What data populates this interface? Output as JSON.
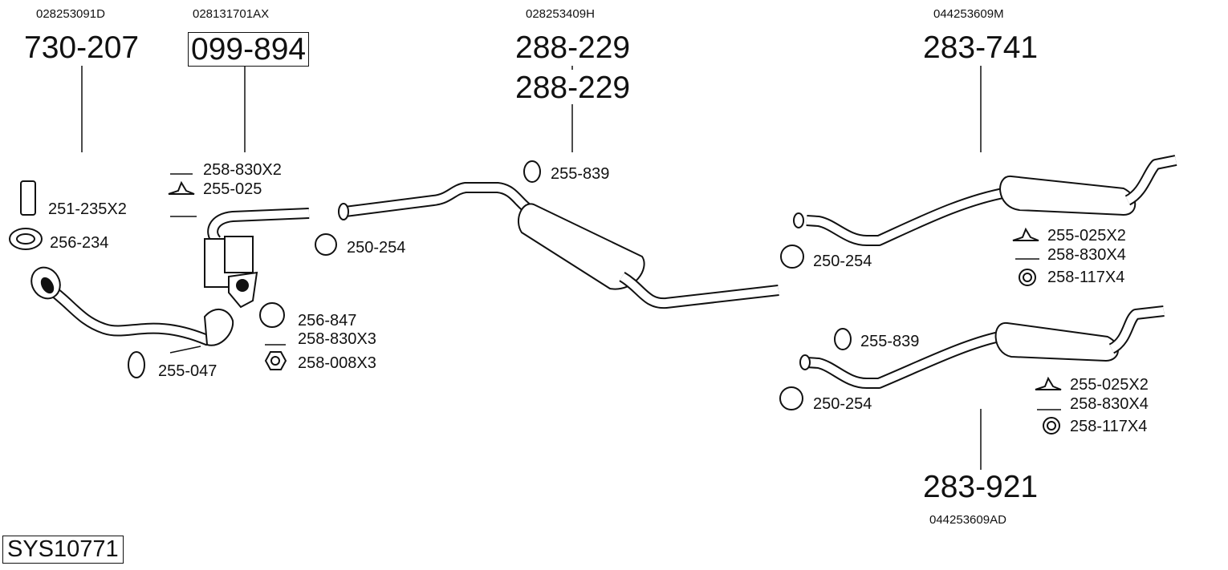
{
  "system_id": "SYS10771",
  "assemblies": [
    {
      "oe": "028253091D",
      "part": "730-207",
      "boxed": false
    },
    {
      "oe": "028131701AX",
      "part": "099-894",
      "boxed": true
    },
    {
      "oe": "028253409H",
      "part": "288-229",
      "part_alt": "288-229",
      "boxed": false
    },
    {
      "oe": "044253609M",
      "part": "283-741",
      "boxed": false
    },
    {
      "oe": "044253609AD",
      "part": "283-921",
      "boxed": false
    }
  ],
  "fittings": {
    "front": [
      "251-235X2",
      "256-234",
      "255-047"
    ],
    "cat": [
      "258-830X2",
      "255-025",
      "256-847",
      "258-830X3",
      "258-008X3"
    ],
    "clamp1": "250-254",
    "middle": [
      "255-839"
    ],
    "rear1": [
      "250-254",
      "255-025X2",
      "258-830X4",
      "258-117X4"
    ],
    "rear2": [
      "255-839",
      "250-254",
      "255-025X2",
      "258-830X4",
      "258-117X4"
    ]
  }
}
